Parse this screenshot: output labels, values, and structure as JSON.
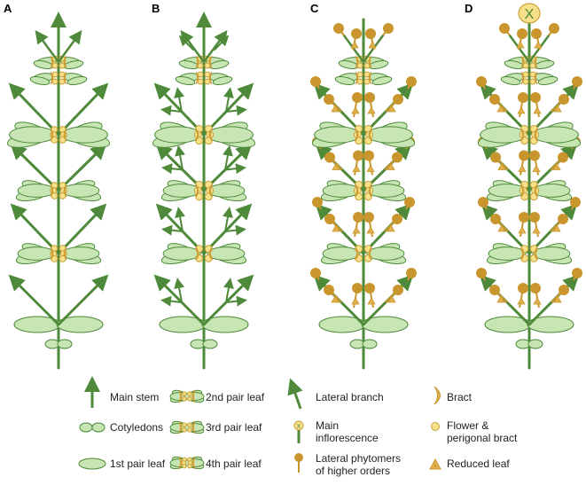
{
  "panels": [
    {
      "letter": "A"
    },
    {
      "letter": "B"
    },
    {
      "letter": "C"
    },
    {
      "letter": "D",
      "center_mark": "X"
    }
  ],
  "legend": {
    "main_stem": "Main stem",
    "cotyledons": "Cotyledons",
    "first_pair_leaf": "1st pair leaf",
    "second_pair_leaf": "2nd pair leaf",
    "third_pair_leaf": "3rd pair leaf",
    "fourth_pair_leaf": "4th pair leaf",
    "lateral_branch": "Lateral branch",
    "main_inflorescence_line1": "Main",
    "main_inflorescence_line2": "inflorescence",
    "lateral_phytomers_line1": "Lateral phytomers",
    "lateral_phytomers_line2": "of higher orders",
    "bract": "Bract",
    "flower_line1": "Flower &",
    "flower_line2": "perigonal bract",
    "reduced_leaf": "Reduced leaf",
    "inflorescence_mark": "X"
  },
  "colors": {
    "stem": "#4e8a3a",
    "leaf_fill": "#c8e6b4",
    "leaf_stroke": "#4e8a3a",
    "flower_fill": "#f7e08a",
    "flower_stroke": "#c9a33a",
    "phytomer": "#c9962e",
    "text": "#222222"
  }
}
